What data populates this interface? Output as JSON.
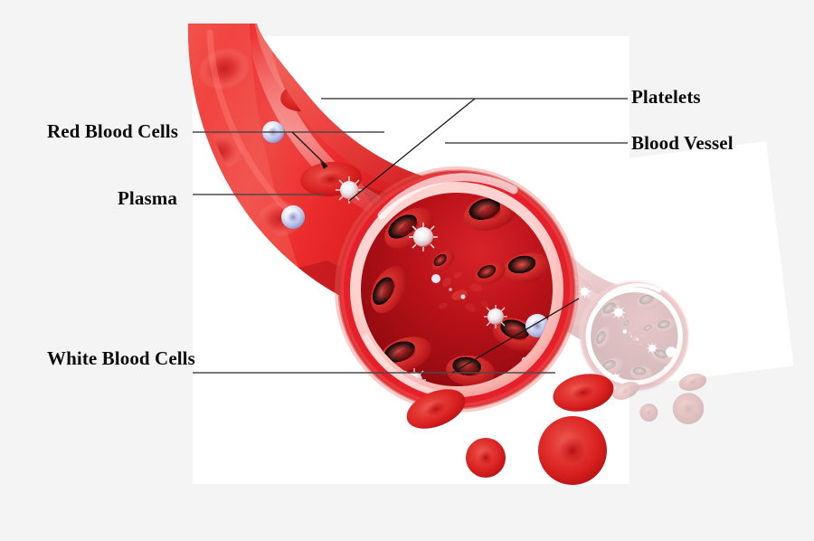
{
  "figure": {
    "type": "anatomical-illustration",
    "subject": "Blood vessel cross-section showing blood components",
    "background_color": "#f4f4f4",
    "panel_color": "#ffffff"
  },
  "labels": {
    "red_blood_cells": "Red Blood Cells",
    "plasma": "Plasma",
    "white_blood_cells": "White Blood Cells",
    "platelets": "Platelets",
    "blood_vessel": "Blood Vessel"
  },
  "colors": {
    "vessel_outer": "#ec1c24",
    "vessel_outer_dark": "#b3141a",
    "vessel_inner": "#e8413f",
    "vessel_highlight": "#f7a9a6",
    "lumen_dark": "#8e0b10",
    "lumen_mid": "#c01419",
    "rbc_fill": "#e02b28",
    "rbc_dark": "#a50f14",
    "wbc_fill": "#cfd4ef",
    "wbc_core": "#8f9bd4",
    "platelet_fill": "#f2f2f2",
    "leader_line": "#4a4a4a",
    "leader_line_dark": "#1a1a1a",
    "label_text": "#0c0c0c",
    "ghost_tint": "#f7b9b9"
  },
  "components": [
    {
      "name": "Red Blood Cells",
      "shape": "biconcave disc",
      "color": "#e02b28"
    },
    {
      "name": "White Blood Cells",
      "shape": "sphere with granular nucleus",
      "color": "#cfd4ef"
    },
    {
      "name": "Platelets",
      "shape": "spiky irregular fragment",
      "color": "#f2f2f2"
    },
    {
      "name": "Plasma",
      "shape": "fluid medium",
      "color": "#e8413f"
    },
    {
      "name": "Blood Vessel",
      "shape": "cylindrical tube wall",
      "color": "#ec1c24"
    }
  ],
  "leaders": {
    "red_blood_cells": "horizontal line right from label, branching down-right to a red blood cell in the vessel",
    "plasma": "horizontal line right from label to the vessel wall interior",
    "white_blood_cells": "horizontal line right from label to a white blood cell, branching up-right to a second white blood cell",
    "platelets": "horizontal line left from label to a platelet, branching down-left to a second platelet",
    "blood_vessel": "horizontal line left from label to the outer vessel wall"
  }
}
